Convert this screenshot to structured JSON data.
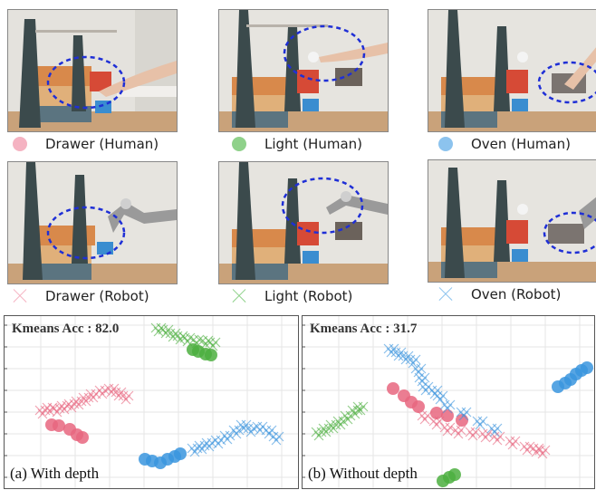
{
  "colors": {
    "drawer": "#e8667f",
    "light": "#4caf3f",
    "oven": "#3a95de",
    "drawer_legend": "#f5b3c2",
    "light_legend": "#8fd18a",
    "oven_legend": "#8cc3ee",
    "highlight_ellipse": "#1f2fd6"
  },
  "photos": [
    {
      "row": "human",
      "task": "Drawer",
      "label": "Drawer (Human)",
      "marker": "dot"
    },
    {
      "row": "human",
      "task": "Light",
      "label": "Light (Human)",
      "marker": "dot"
    },
    {
      "row": "human",
      "task": "Oven",
      "label": "Oven (Human)",
      "marker": "dot"
    },
    {
      "row": "robot",
      "task": "Drawer",
      "label": "Drawer (Robot)",
      "marker": "x"
    },
    {
      "row": "robot",
      "task": "Light",
      "label": "Light (Robot)",
      "marker": "x"
    },
    {
      "row": "robot",
      "task": "Oven",
      "label": "Oven (Robot)",
      "marker": "x"
    }
  ],
  "chart_data": [
    {
      "type": "scatter",
      "title": "Kmeans Acc : 82.0",
      "caption": "(a) With depth",
      "kmeans_acc": 82.0,
      "grid": true,
      "xlabel": "",
      "ylabel": "",
      "legend": [
        "Drawer (Human)",
        "Light (Human)",
        "Oven (Human)",
        "Drawer (Robot)",
        "Light (Robot)",
        "Oven (Robot)"
      ],
      "series": [
        {
          "name": "Drawer (Human)",
          "marker": "o",
          "points": [
            [
              52,
              120
            ],
            [
              60,
              121
            ],
            [
              72,
              125
            ],
            [
              80,
              131
            ],
            [
              86,
              134
            ]
          ]
        },
        {
          "name": "Drawer (Robot)",
          "marker": "x",
          "points": [
            [
              42,
              106
            ],
            [
              50,
              103
            ],
            [
              58,
              104
            ],
            [
              66,
              101
            ],
            [
              74,
              99
            ],
            [
              82,
              96
            ],
            [
              90,
              92
            ],
            [
              98,
              88
            ],
            [
              108,
              84
            ],
            [
              118,
              82
            ],
            [
              126,
              86
            ],
            [
              134,
              90
            ]
          ]
        },
        {
          "name": "Light (Human)",
          "marker": "o",
          "points": [
            [
              208,
              37
            ],
            [
              214,
              39
            ],
            [
              222,
              42
            ],
            [
              228,
              43
            ]
          ]
        },
        {
          "name": "Light (Robot)",
          "marker": "x",
          "points": [
            [
              170,
              15
            ],
            [
              178,
              17
            ],
            [
              186,
              21
            ],
            [
              194,
              24
            ],
            [
              202,
              26
            ],
            [
              212,
              28
            ],
            [
              222,
              29
            ],
            [
              230,
              31
            ]
          ]
        },
        {
          "name": "Oven (Human)",
          "marker": "o",
          "points": [
            [
              155,
              158
            ],
            [
              163,
              160
            ],
            [
              172,
              162
            ],
            [
              180,
              158
            ],
            [
              188,
              155
            ],
            [
              194,
              152
            ]
          ]
        },
        {
          "name": "Oven (Robot)",
          "marker": "x",
          "points": [
            [
              210,
              148
            ],
            [
              218,
              145
            ],
            [
              226,
              142
            ],
            [
              236,
              139
            ],
            [
              246,
              134
            ],
            [
              256,
              128
            ],
            [
              264,
              122
            ],
            [
              272,
              126
            ],
            [
              282,
              124
            ],
            [
              292,
              128
            ],
            [
              300,
              135
            ]
          ]
        }
      ]
    },
    {
      "type": "scatter",
      "title": "Kmeans Acc : 31.7",
      "caption": "(b) Without depth",
      "kmeans_acc": 31.7,
      "grid": true,
      "xlabel": "",
      "ylabel": "",
      "legend": [
        "Drawer (Human)",
        "Light (Human)",
        "Oven (Human)",
        "Drawer (Robot)",
        "Light (Robot)",
        "Oven (Robot)"
      ],
      "series": [
        {
          "name": "Drawer (Human)",
          "marker": "o",
          "points": [
            [
              100,
              80
            ],
            [
              112,
              88
            ],
            [
              120,
              95
            ],
            [
              128,
              100
            ],
            [
              148,
              107
            ],
            [
              160,
              110
            ],
            [
              176,
              115
            ]
          ]
        },
        {
          "name": "Drawer (Robot)",
          "marker": "x",
          "points": [
            [
              135,
              112
            ],
            [
              148,
              118
            ],
            [
              160,
              125
            ],
            [
              172,
              128
            ],
            [
              188,
              130
            ],
            [
              202,
              132
            ],
            [
              215,
              135
            ],
            [
              232,
              140
            ],
            [
              248,
              146
            ],
            [
              258,
              148
            ],
            [
              265,
              150
            ]
          ]
        },
        {
          "name": "Light (Human)",
          "marker": "o",
          "points": [
            [
              155,
              182
            ],
            [
              162,
              178
            ],
            [
              168,
              175
            ]
          ]
        },
        {
          "name": "Light (Robot)",
          "marker": "x",
          "points": [
            [
              18,
              130
            ],
            [
              26,
              126
            ],
            [
              34,
              122
            ],
            [
              42,
              118
            ],
            [
              50,
              112
            ],
            [
              58,
              106
            ],
            [
              64,
              102
            ]
          ]
        },
        {
          "name": "Oven (Human)",
          "marker": "o",
          "points": [
            [
              282,
              78
            ],
            [
              290,
              74
            ],
            [
              296,
              70
            ],
            [
              302,
              64
            ],
            [
              308,
              60
            ],
            [
              314,
              57
            ]
          ]
        },
        {
          "name": "Oven (Robot)",
          "marker": "x",
          "points": [
            [
              98,
              38
            ],
            [
              106,
              42
            ],
            [
              114,
              46
            ],
            [
              122,
              50
            ],
            [
              128,
              60
            ],
            [
              132,
              70
            ],
            [
              136,
              80
            ],
            [
              146,
              84
            ],
            [
              152,
              90
            ],
            [
              160,
              100
            ],
            [
              178,
              108
            ],
            [
              196,
              118
            ],
            [
              212,
              126
            ]
          ]
        }
      ]
    }
  ]
}
